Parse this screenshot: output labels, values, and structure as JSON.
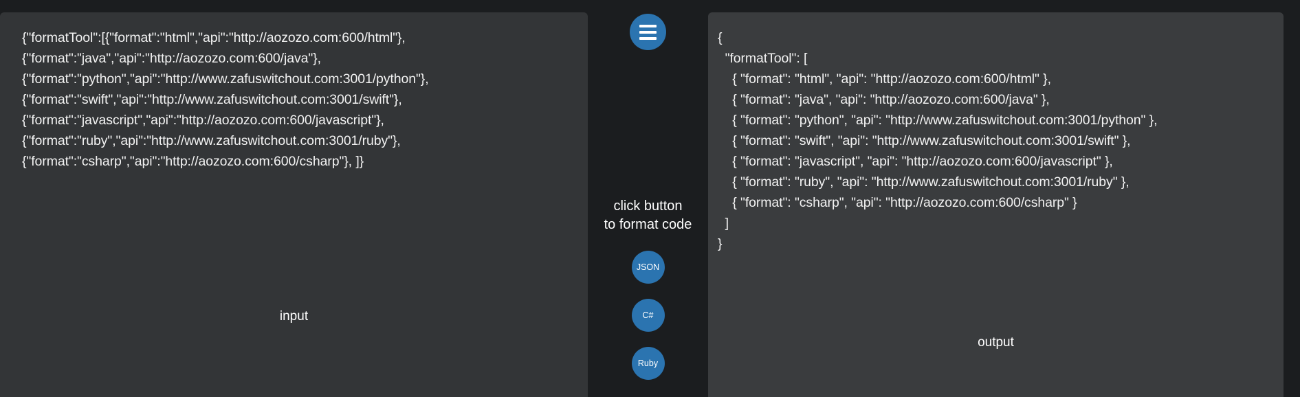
{
  "app": {
    "background": "#1b1d1f",
    "accent": "#2b74b0",
    "panel_bg_input": "#333537",
    "panel_bg_output": "#3a3c3e",
    "text_color": "#f2f2f2"
  },
  "input_panel": {
    "label": "input",
    "code": "{\"formatTool\":[{\"format\":\"html\",\"api\":\"http://aozozo.com:600/html\"},\n{\"format\":\"java\",\"api\":\"http://aozozo.com:600/java\"},\n{\"format\":\"python\",\"api\":\"http://www.zafuswitchout.com:3001/python\"},\n{\"format\":\"swift\",\"api\":\"http://www.zafuswitchout.com:3001/swift\"},\n{\"format\":\"javascript\",\"api\":\"http://aozozo.com:600/javascript\"},\n{\"format\":\"ruby\",\"api\":\"http://www.zafuswitchout.com:3001/ruby\"},\n{\"format\":\"csharp\",\"api\":\"http://aozozo.com:600/csharp\"}, ]}"
  },
  "center_column": {
    "menu_button_icon": "hamburger-icon",
    "hint_text": "click button\nto format code",
    "format_buttons": [
      {
        "label": "JSON"
      },
      {
        "label": "C#"
      },
      {
        "label": "Ruby"
      }
    ]
  },
  "output_panel": {
    "label": "output",
    "code": "{\n  \"formatTool\": [\n    { \"format\": \"html\", \"api\": \"http://aozozo.com:600/html\" },\n    { \"format\": \"java\", \"api\": \"http://aozozo.com:600/java\" },\n    { \"format\": \"python\", \"api\": \"http://www.zafuswitchout.com:3001/python\" },\n    { \"format\": \"swift\", \"api\": \"http://www.zafuswitchout.com:3001/swift\" },\n    { \"format\": \"javascript\", \"api\": \"http://aozozo.com:600/javascript\" },\n    { \"format\": \"ruby\", \"api\": \"http://www.zafuswitchout.com:3001/ruby\" },\n    { \"format\": \"csharp\", \"api\": \"http://aozozo.com:600/csharp\" }\n  ]\n}"
  }
}
